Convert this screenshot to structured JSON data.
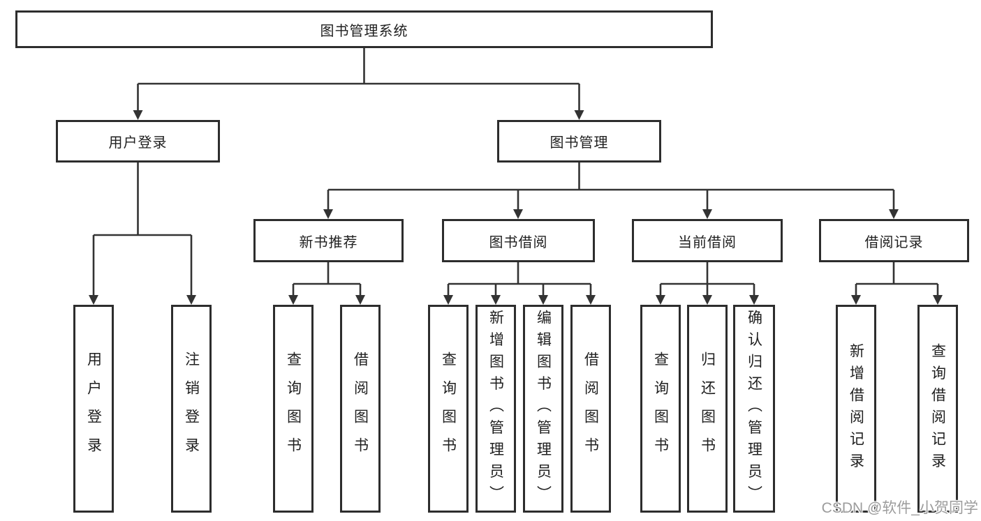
{
  "diagram": {
    "title": "图书管理系统",
    "root": {
      "label": "图书管理系统"
    },
    "branches": [
      {
        "label": "用户登录",
        "children": [
          "用户登录",
          "注销登录"
        ]
      },
      {
        "label": "图书管理",
        "sections": [
          {
            "label": "新书推荐",
            "children": [
              "查询图书",
              "借阅图书"
            ]
          },
          {
            "label": "图书借阅",
            "children": [
              "查询图书",
              "新增图书（管理员）",
              "编辑图书（管理员）",
              "借阅图书"
            ]
          },
          {
            "label": "当前借阅",
            "children": [
              "查询图书",
              "归还图书",
              "确认归还（管理员）"
            ]
          },
          {
            "label": "借阅记录",
            "children": [
              "新增借阅记录",
              "查询借阅记录"
            ]
          }
        ]
      }
    ]
  },
  "colors": {
    "line": "#333333",
    "box_border": "#2d2d2d",
    "text": "#1f1f1f",
    "background": "#ffffff",
    "watermark": "#9c9c9c"
  },
  "watermark": {
    "text": "CSDN @软件_小贺同学"
  }
}
